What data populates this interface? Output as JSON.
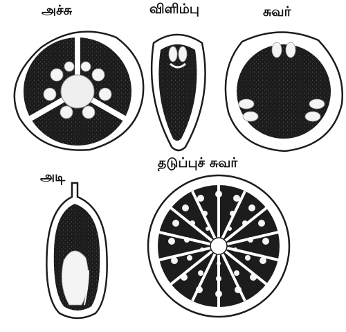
{
  "labels": {
    "axile": "அச்சு",
    "marginal": "விளிம்பு",
    "parietal": "சுவர்",
    "basal": "அடி",
    "superficial": "தடுப்புச் சுவர்"
  },
  "colors": {
    "ink": "#1c1c1c",
    "paper": "#ffffff",
    "ovule": "#f4f4f4"
  }
}
